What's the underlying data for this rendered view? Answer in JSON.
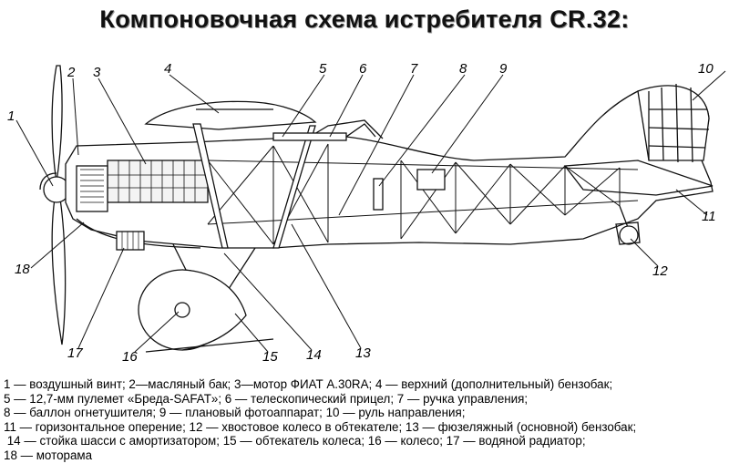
{
  "title": "Компоновочная схема истребителя CR.32:",
  "callouts": [
    "1",
    "2",
    "3",
    "4",
    "5",
    "6",
    "7",
    "8",
    "9",
    "10",
    "11",
    "12",
    "13",
    "14",
    "15",
    "16",
    "17",
    "18"
  ],
  "legend": [
    "1 — воздушный винт; 2—масляный бак; 3—мотор ФИАТ А.30RA; 4 — верхний (дополнительный) бензобак;",
    "5 — 12,7-мм пулемет «Бреда-SAFAT»; 6 — телескопический прицел; 7 — ручка управления;",
    "8 — баллон огнетушителя; 9 — плановый фотоаппарат; 10 — руль направления;",
    "11 — горизонтальное оперение; 12 — хвостовое колесо в обтекателе; 13 — фюзеляжный (основной) бензобак;",
    " 14 — стойка шасси с амортизатором; 15 — обтекатель колеса; 16 — колесо; 17 — водяной радиатор;",
    "18 — моторама"
  ]
}
